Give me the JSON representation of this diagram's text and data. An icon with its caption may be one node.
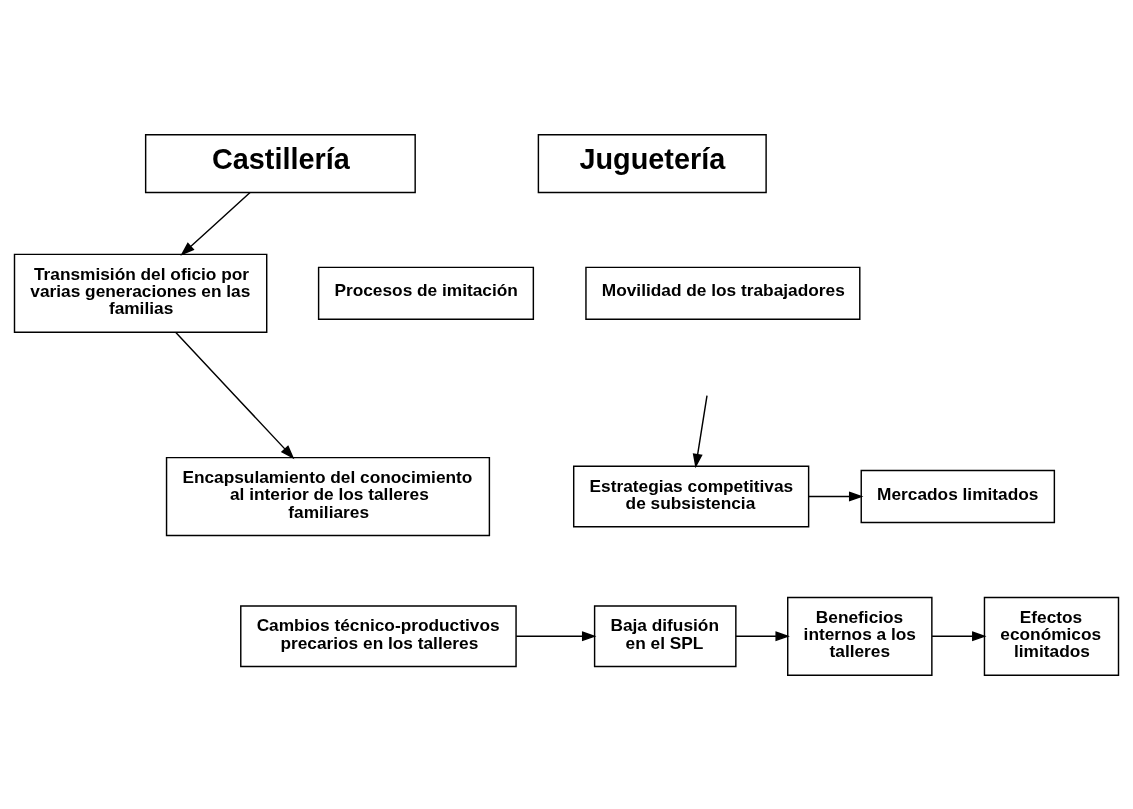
{
  "diagram": {
    "nodes": [
      {
        "text": [
          "Castillería"
        ]
      },
      {
        "text": [
          "Juguetería"
        ]
      },
      {
        "text": [
          "Transmisión del oficio por varias generaciones en las familias"
        ]
      },
      {
        "text": [
          "Encapsulamiento del conocimiento al interior de los talleres familiares"
        ]
      },
      {
        "text": [
          "Procesos de imitación"
        ]
      },
      {
        "text": [
          "Movilidad de los trabajadores"
        ]
      },
      {
        "text": [
          "Estrategias competitivas de subsistencia"
        ]
      },
      {
        "text": [
          "Mercados limitados"
        ]
      },
      {
        "text": [
          "Cambios técnico-productivos precarios en los talleres"
        ]
      },
      {
        "text": [
          "Baja difusión en el SPL"
        ]
      },
      {
        "text": [
          "Beneficios internos a los talleres"
        ]
      },
      {
        "text": [
          "Efectos económicos limitados"
        ]
      }
    ],
    "edges": [
      {
        "from": 0,
        "to": 2,
        "arrow": "to"
      },
      {
        "from": 2,
        "to": 3,
        "arrow": "to"
      },
      {
        "from": null,
        "to": 6,
        "arrow": "to"
      },
      {
        "from": 6,
        "to": 7,
        "arrow": "to"
      },
      {
        "from": 8,
        "to": 9,
        "arrow": "to"
      },
      {
        "from": 9,
        "to": 10,
        "arrow": "to"
      },
      {
        "from": 10,
        "to": 11,
        "arrow": "to"
      }
    ]
  }
}
